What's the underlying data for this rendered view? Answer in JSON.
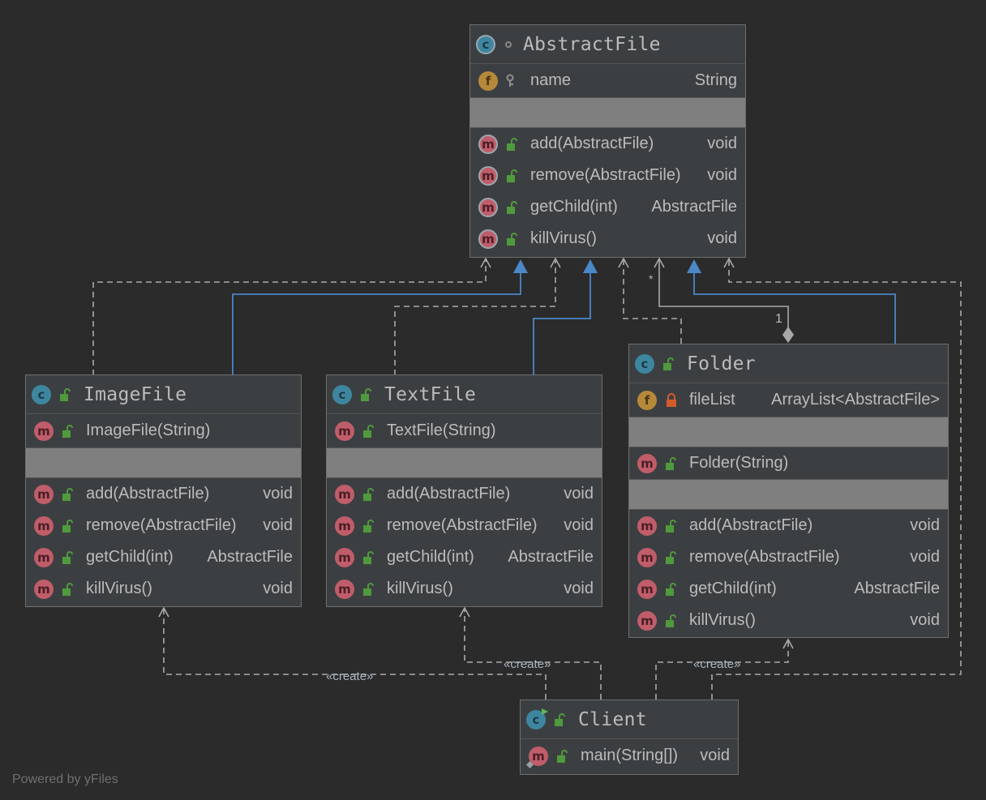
{
  "classes": {
    "abstract_file": {
      "name": "AbstractFile",
      "fields": [
        {
          "name": "name",
          "type": "String"
        }
      ],
      "methods": [
        {
          "name": "add(AbstractFile)",
          "type": "void"
        },
        {
          "name": "remove(AbstractFile)",
          "type": "void"
        },
        {
          "name": "getChild(int)",
          "type": "AbstractFile"
        },
        {
          "name": "killVirus()",
          "type": "void"
        }
      ]
    },
    "image_file": {
      "name": "ImageFile",
      "constructor": {
        "name": "ImageFile(String)"
      },
      "methods": [
        {
          "name": "add(AbstractFile)",
          "type": "void"
        },
        {
          "name": "remove(AbstractFile)",
          "type": "void"
        },
        {
          "name": "getChild(int)",
          "type": "AbstractFile"
        },
        {
          "name": "killVirus()",
          "type": "void"
        }
      ]
    },
    "text_file": {
      "name": "TextFile",
      "constructor": {
        "name": "TextFile(String)"
      },
      "methods": [
        {
          "name": "add(AbstractFile)",
          "type": "void"
        },
        {
          "name": "remove(AbstractFile)",
          "type": "void"
        },
        {
          "name": "getChild(int)",
          "type": "AbstractFile"
        },
        {
          "name": "killVirus()",
          "type": "void"
        }
      ]
    },
    "folder": {
      "name": "Folder",
      "fields": [
        {
          "name": "fileList",
          "type": "ArrayList<AbstractFile>"
        }
      ],
      "constructor": {
        "name": "Folder(String)"
      },
      "methods": [
        {
          "name": "add(AbstractFile)",
          "type": "void"
        },
        {
          "name": "remove(AbstractFile)",
          "type": "void"
        },
        {
          "name": "getChild(int)",
          "type": "AbstractFile"
        },
        {
          "name": "killVirus()",
          "type": "void"
        }
      ]
    },
    "client": {
      "name": "Client",
      "methods": [
        {
          "name": "main(String[])",
          "type": "void"
        }
      ]
    }
  },
  "icons": {
    "class": "class-icon",
    "abstract_class": "abstract-class-icon",
    "method": "method-icon",
    "field": "field-icon",
    "public": "unlocked-padlock-icon",
    "private": "locked-padlock-icon",
    "protected": "key-icon",
    "abstract_marker": "circle-icon"
  },
  "labels": {
    "create": "«create»",
    "multiplicity_many": "*",
    "multiplicity_one": "1"
  },
  "colors": {
    "background": "#2b2b2b",
    "box": "#3c3f41",
    "separator": "#7f7f7f",
    "inheritance": "#4a88c7",
    "dependency": "#a9a9a9",
    "class_icon": "#3e86a0",
    "method_icon": "#c05d6a",
    "field_icon": "#b6893a",
    "public": "#4f9a3c",
    "private": "#d35b2a"
  },
  "footer": "Powered by yFiles"
}
